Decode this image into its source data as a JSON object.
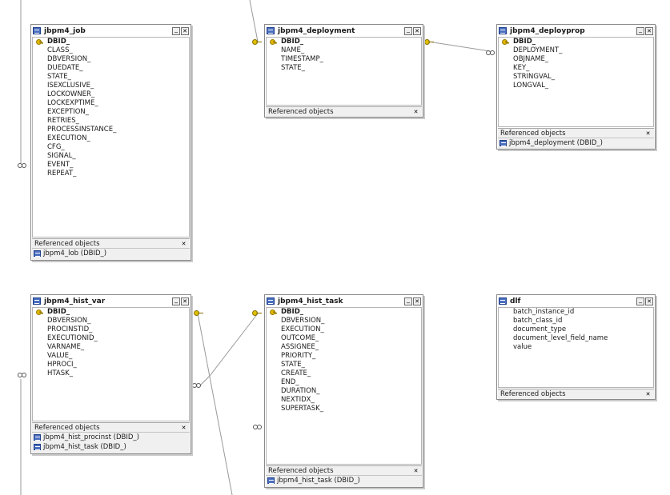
{
  "tables": [
    {
      "id": "jbpm4_job",
      "name": "jbpm4_job",
      "fields": [
        "DBID_",
        "CLASS_",
        "DBVERSION_",
        "DUEDATE_",
        "STATE_",
        "ISEXCLUSIVE_",
        "LOCKOWNER_",
        "LOCKEXPTIME_",
        "EXCEPTION_",
        "RETRIES_",
        "PROCESSINSTANCE_",
        "EXECUTION_",
        "CFG_",
        "SIGNAL_",
        "EVENT_",
        "REPEAT_"
      ],
      "pk": "DBID_",
      "ref_label": "Referenced objects",
      "refs": [
        "jbpm4_lob (DBID_)"
      ]
    },
    {
      "id": "jbpm4_deployment",
      "name": "jbpm4_deployment",
      "fields": [
        "DBID_",
        "NAME_",
        "TIMESTAMP_",
        "STATE_"
      ],
      "pk": "DBID_",
      "ref_label": "Referenced objects",
      "refs": []
    },
    {
      "id": "jbpm4_deployprop",
      "name": "jbpm4_deployprop",
      "fields": [
        "DBID_",
        "DEPLOYMENT_",
        "OBJNAME_",
        "KEY_",
        "STRINGVAL_",
        "LONGVAL_"
      ],
      "pk": "DBID_",
      "ref_label": "Referenced objects",
      "refs": [
        "jbpm4_deployment (DBID_)"
      ]
    },
    {
      "id": "jbpm4_hist_var",
      "name": "jbpm4_hist_var",
      "fields": [
        "DBID_",
        "DBVERSION_",
        "PROCINSTID_",
        "EXECUTIONID_",
        "VARNAME_",
        "VALUE_",
        "HPROCI_",
        "HTASK_"
      ],
      "pk": "DBID_",
      "ref_label": "Referenced objects",
      "refs": [
        "jbpm4_hist_procinst (DBID_)",
        "jbpm4_hist_task (DBID_)"
      ]
    },
    {
      "id": "jbpm4_hist_task",
      "name": "jbpm4_hist_task",
      "fields": [
        "DBID_",
        "DBVERSION_",
        "EXECUTION_",
        "OUTCOME_",
        "ASSIGNEE_",
        "PRIORITY_",
        "STATE_",
        "CREATE_",
        "END_",
        "DURATION_",
        "NEXTIDX_",
        "SUPERTASK_"
      ],
      "pk": "DBID_",
      "ref_label": "Referenced objects",
      "refs": [
        "jbpm4_hist_task (DBID_)"
      ]
    },
    {
      "id": "dlf",
      "name": "dlf",
      "fields": [
        "batch_instance_id",
        "batch_class_id",
        "document_type",
        "document_level_field_name",
        "value"
      ],
      "pk": "",
      "ref_label": "Referenced objects",
      "refs": []
    }
  ],
  "icons": {
    "table": "table-icon",
    "primary_key": "key-icon",
    "minimize": "minimize-icon",
    "close": "close-icon",
    "relationship_end": "relationship-link-icon",
    "key_end": "key-connector-icon"
  },
  "colors": {
    "background": "#ffffff",
    "table_border": "#8a8a8a",
    "table_icon": "#4a6fc0",
    "key": "#e0b800",
    "line": "#9a9a9a"
  }
}
